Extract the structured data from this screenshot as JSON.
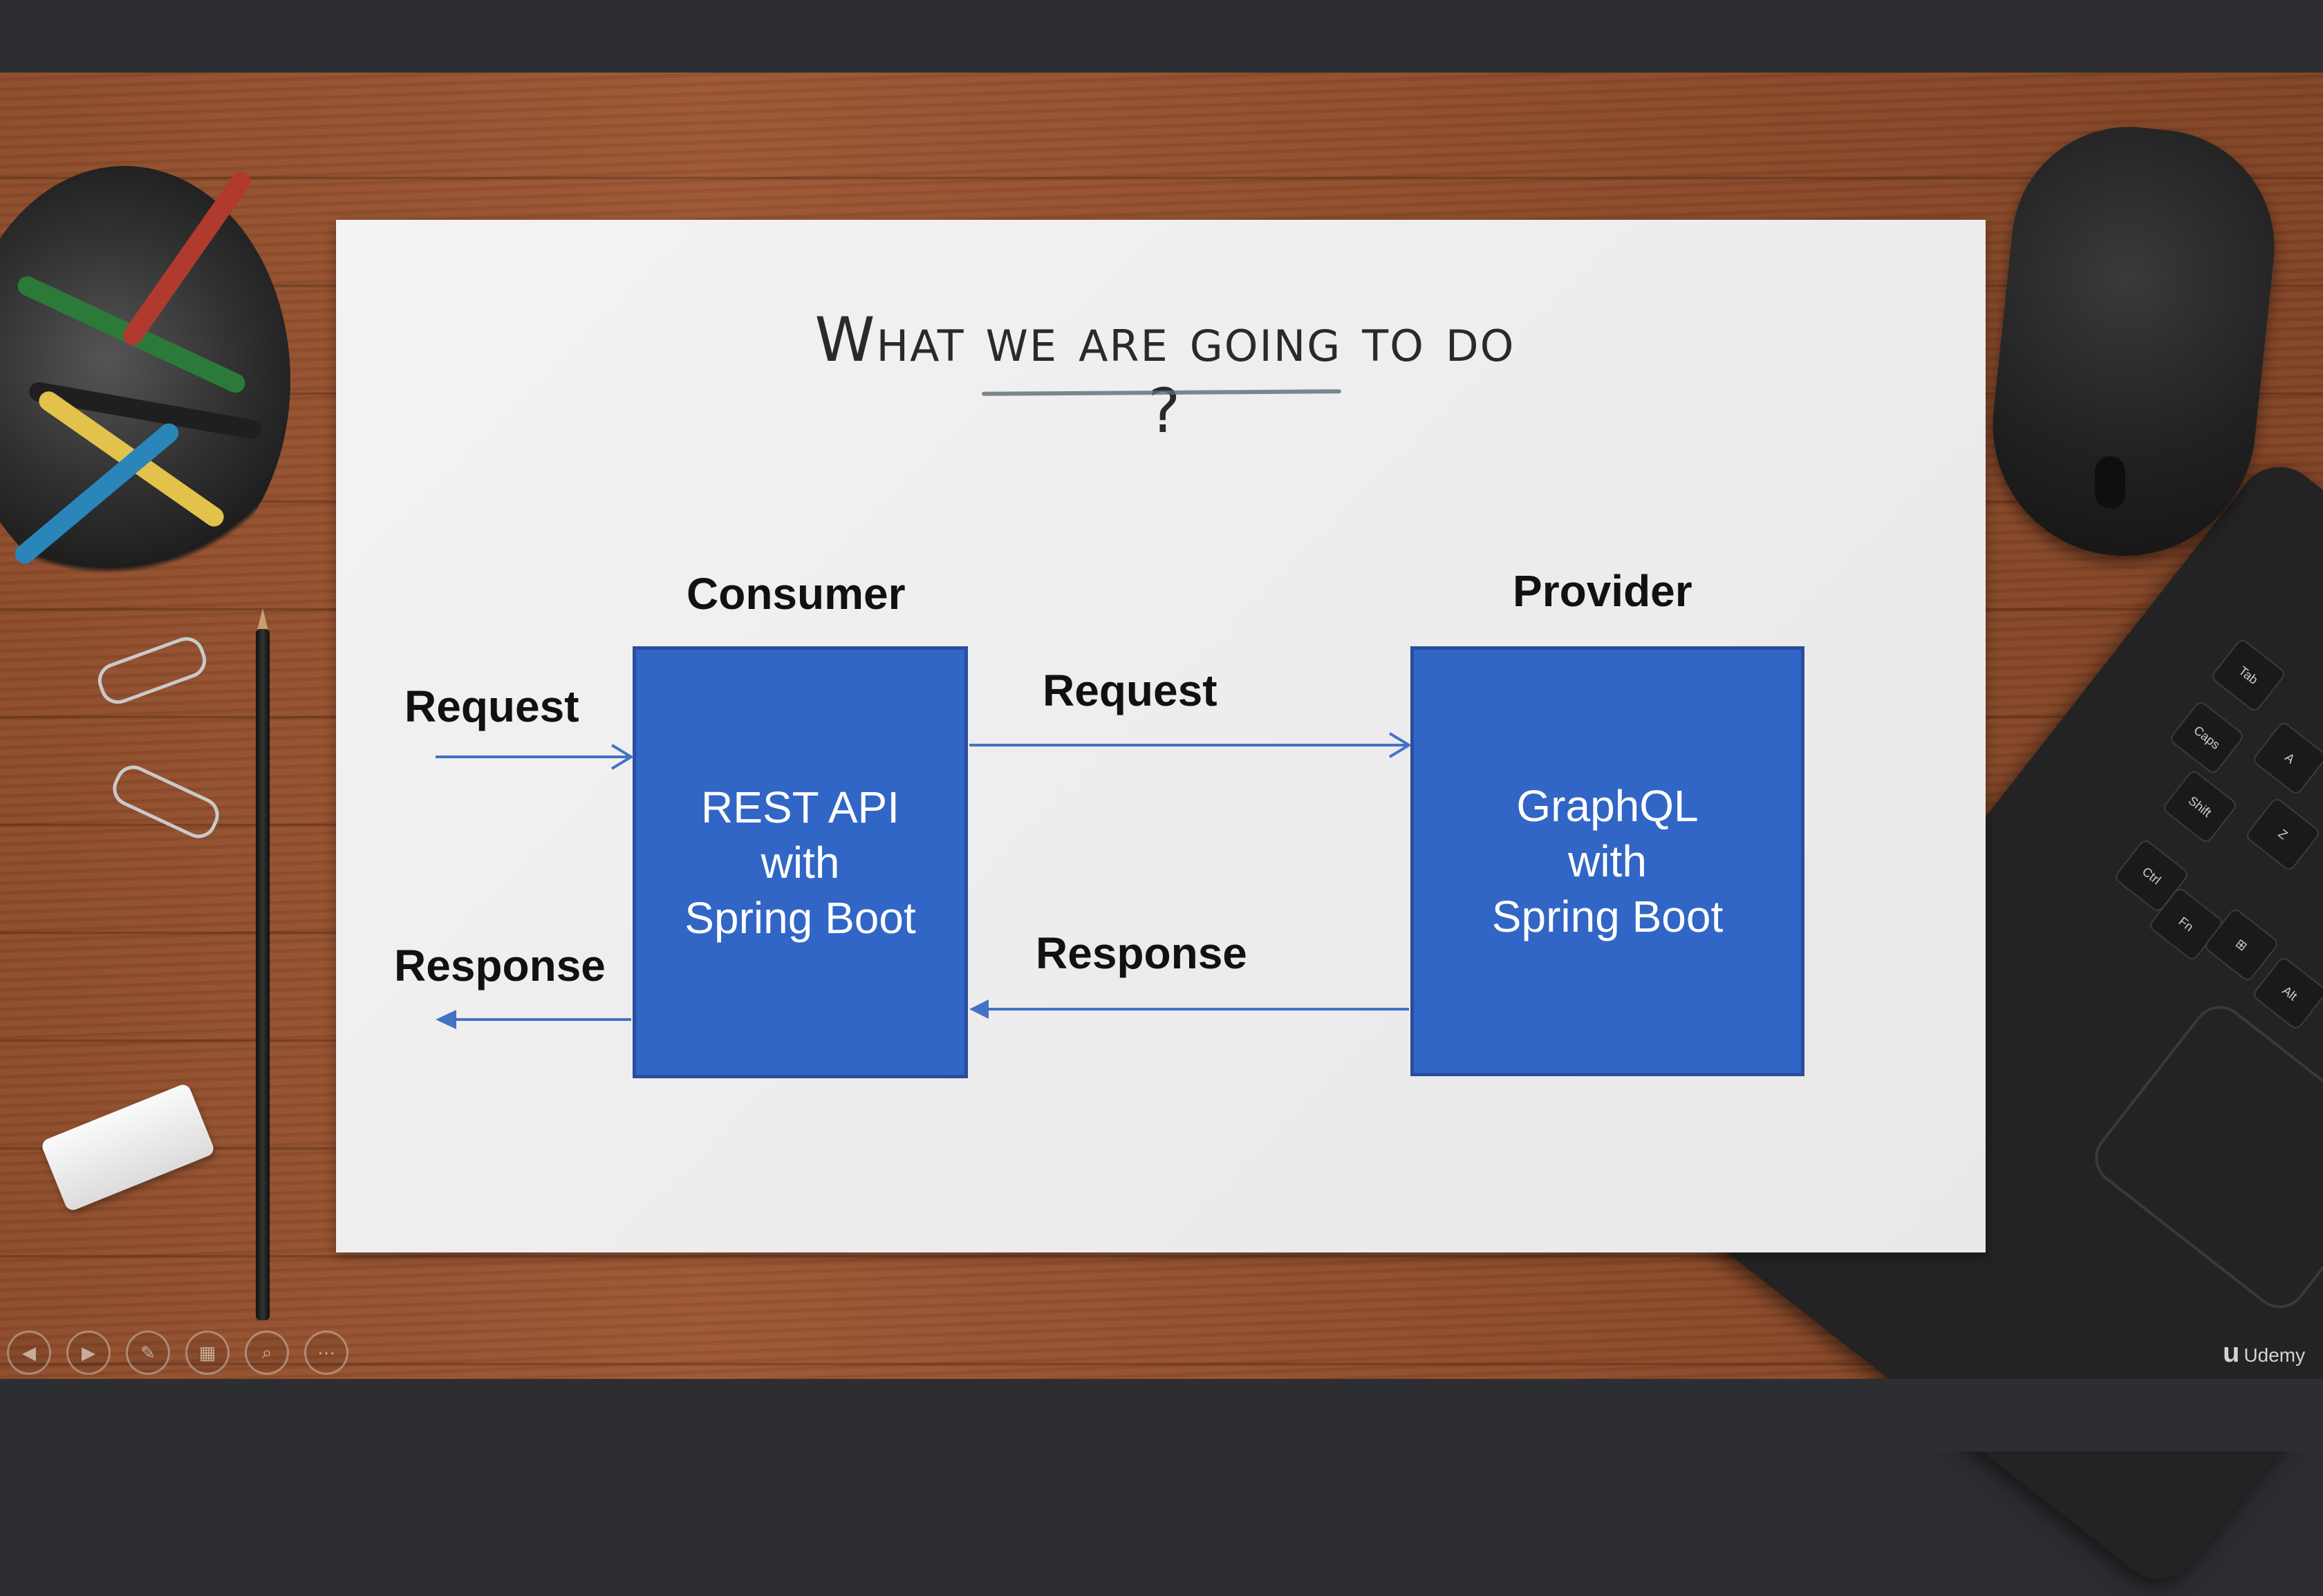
{
  "slide": {
    "title": "What we are going to do ?",
    "consumer": {
      "label": "Consumer",
      "box_lines": [
        "REST API",
        "with",
        "Spring Boot"
      ]
    },
    "provider": {
      "label": "Provider",
      "box_lines": [
        "GraphQL",
        "with",
        "Spring Boot"
      ]
    },
    "left_request": "Request",
    "left_response": "Response",
    "mid_request": "Request",
    "mid_response": "Response",
    "colors": {
      "box_fill": "#3166c6",
      "box_border": "#2a4d9c",
      "arrow": "#4472c4"
    }
  },
  "player": {
    "controls": [
      {
        "name": "previous-slide-button",
        "icon": "chevron-left-icon",
        "glyph": "◀"
      },
      {
        "name": "next-slide-button",
        "icon": "chevron-right-icon",
        "glyph": "▶"
      },
      {
        "name": "pen-tool-button",
        "icon": "pen-icon",
        "glyph": "✎"
      },
      {
        "name": "slides-view-button",
        "icon": "grid-icon",
        "glyph": "▦"
      },
      {
        "name": "zoom-button",
        "icon": "search-icon",
        "glyph": "⌕"
      },
      {
        "name": "more-options-button",
        "icon": "more-icon",
        "glyph": "⋯"
      }
    ],
    "brand": "Udemy",
    "brand_mark": "u"
  }
}
